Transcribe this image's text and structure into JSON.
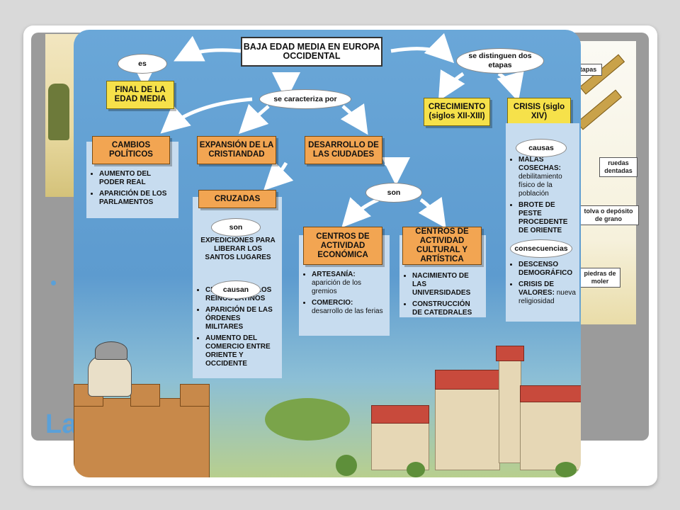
{
  "background_slide": {
    "title_fragment": "La",
    "right_labels": [
      "etapas",
      "ruedas dentadas",
      "tolva o depósito de grano",
      "piedras de moler"
    ]
  },
  "concept_map": {
    "title": "BAJA EDAD MEDIA EN EUROPA OCCIDENTAL",
    "connector_es": "es",
    "final": "FINAL DE LA EDAD MEDIA",
    "connector_caracteriza": "se caracteriza por",
    "connector_distinguen": "se distinguen dos etapas",
    "crecimiento": "CRECIMIENTO (siglos XII-XIII)",
    "crisis": "CRISIS (siglo XIV)",
    "cambios": "CAMBIOS POLÍTICOS",
    "cambios_items": [
      "AUMENTO DEL PODER REAL",
      "APARICIÓN DE LOS PARLAMENTOS"
    ],
    "expansion": "EXPANSIÓN DE LA CRISTIANDAD",
    "desarrollo": "DESARROLLO DE LAS CIUDADES",
    "cruzadas": "CRUZADAS",
    "son_1": "son",
    "cruzadas_son": "EXPEDICIONES PARA LIBERAR LOS SANTOS LUGARES",
    "causan": "causan",
    "cruzadas_items": [
      "CREACIÓN DE LOS REINOS LATINOS",
      "APARICIÓN DE LAS ÓRDENES MILITARES",
      "AUMENTO DEL COMERCIO ENTRE ORIENTE Y OCCIDENTE"
    ],
    "son_2": "son",
    "centros_eco": "CENTROS DE ACTIVIDAD ECONÓMICA",
    "centros_eco_items": [
      {
        "head": "ARTESANÍA:",
        "desc": "aparición de los gremios"
      },
      {
        "head": "COMERCIO:",
        "desc": "desarrollo de las ferias"
      }
    ],
    "centros_cul": "CENTROS DE ACTIVIDAD CULTURAL Y ARTÍSTICA",
    "centros_cul_items": [
      "NACIMIENTO DE LAS UNIVERSIDADES",
      "CONSTRUCCIÓN DE CATEDRALES"
    ],
    "causas": "causas",
    "crisis_causas": [
      {
        "head": "MALAS COSECHAS:",
        "desc": "debilitamiento físico de la población"
      },
      {
        "head": "BROTE DE PESTE PROCEDENTE DE ORIENTE",
        "desc": ""
      }
    ],
    "consecuencias": "consecuencias",
    "crisis_consecuencias": [
      {
        "head": "DESCENSO DEMOGRÁFICO",
        "desc": ""
      },
      {
        "head": "CRISIS DE VALORES:",
        "desc": "nueva religiosidad"
      }
    ]
  },
  "colors": {
    "sky": "#5d9bcf",
    "orange_box": "#f2a552",
    "yellow_box": "#f6e14a",
    "panel": "#c7dcef",
    "accent_blue": "#5aa0d8"
  }
}
